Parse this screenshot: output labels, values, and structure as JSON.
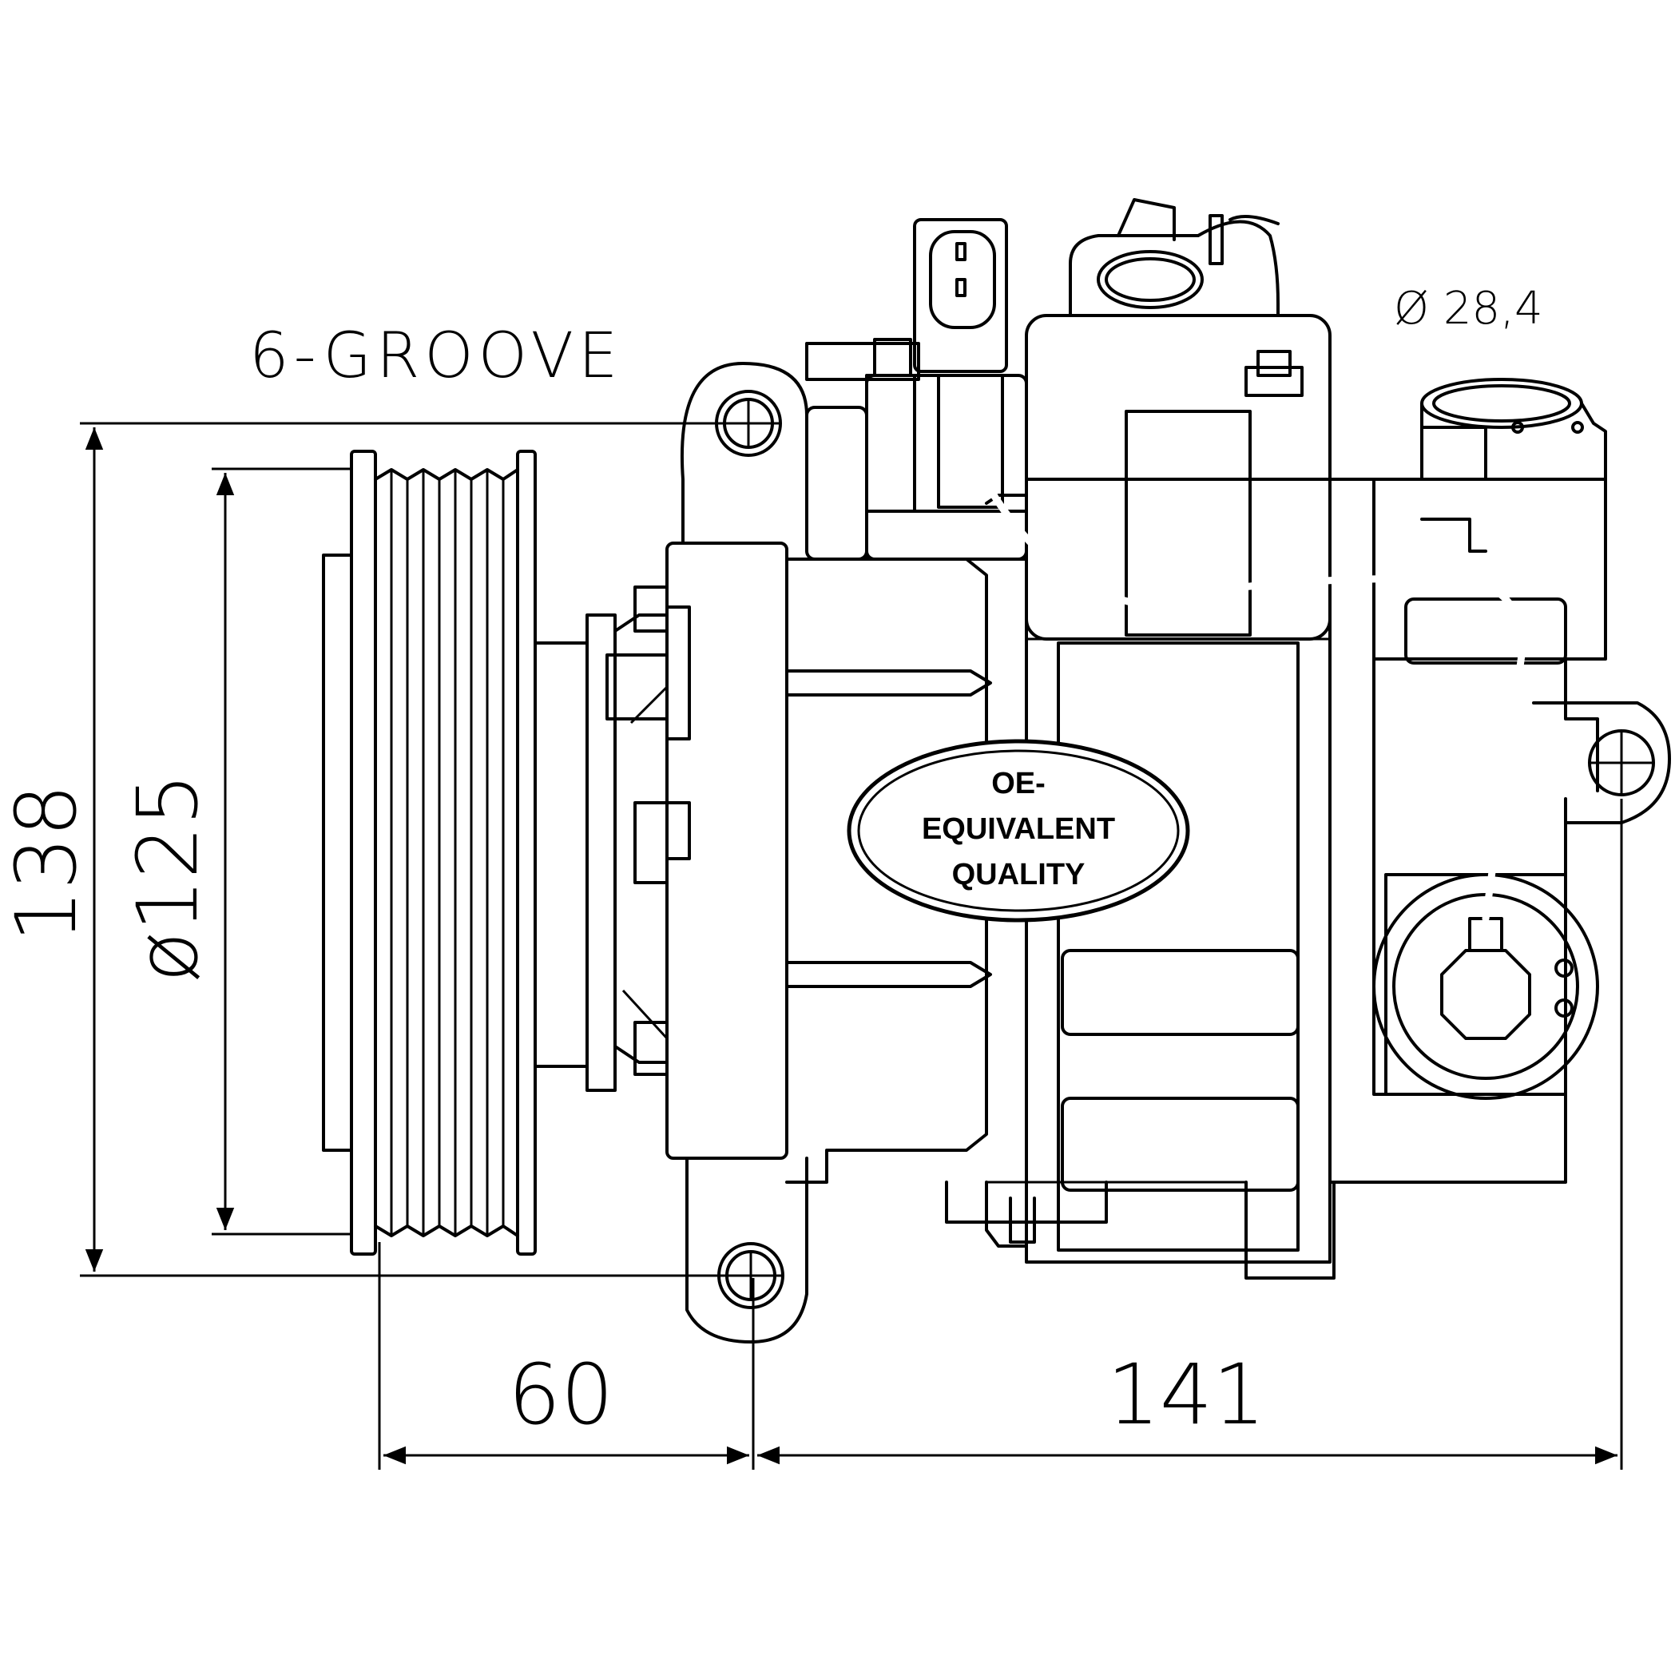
{
  "drawing": {
    "labels": {
      "groove": "6-GROOVE",
      "port_diameter": "Ø 28,4",
      "overall_height": "138",
      "pulley_diameter": "ø125",
      "pulley_offset": "60",
      "body_length": "141"
    },
    "badge": {
      "line1": "OE-",
      "line2": "EQUIVALENT",
      "line3": "QUALITY"
    },
    "colors": {
      "ink": "#000000",
      "paper": "#ffffff"
    }
  }
}
